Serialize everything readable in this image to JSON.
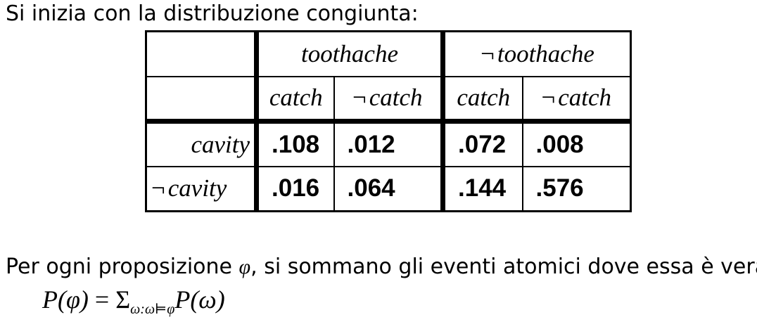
{
  "intro_text": "Si inizia con la distribuzione congiunta:",
  "table": {
    "negation_symbol": "¬",
    "group_headers": [
      "toothache",
      "toothache"
    ],
    "sub_headers": [
      "catch",
      "catch",
      "catch",
      "catch"
    ],
    "rows": [
      {
        "label": "cavity",
        "negated": false,
        "values": [
          ".108",
          ".012",
          ".072",
          ".008"
        ]
      },
      {
        "label": "cavity",
        "negated": true,
        "values": [
          ".016",
          ".064",
          ".144",
          ".576"
        ]
      }
    ]
  },
  "paragraph": {
    "before_symbol": "Per ogni proposizione ",
    "symbol": "φ",
    "after_symbol": ", si sommano gli eventi atomici dove essa è vera:"
  },
  "formula": {
    "lhs": "P(φ)",
    "equals": " = ",
    "sum": "Σ",
    "subscript": "ω:ω⊨φ",
    "rhs": "P(ω)"
  }
}
